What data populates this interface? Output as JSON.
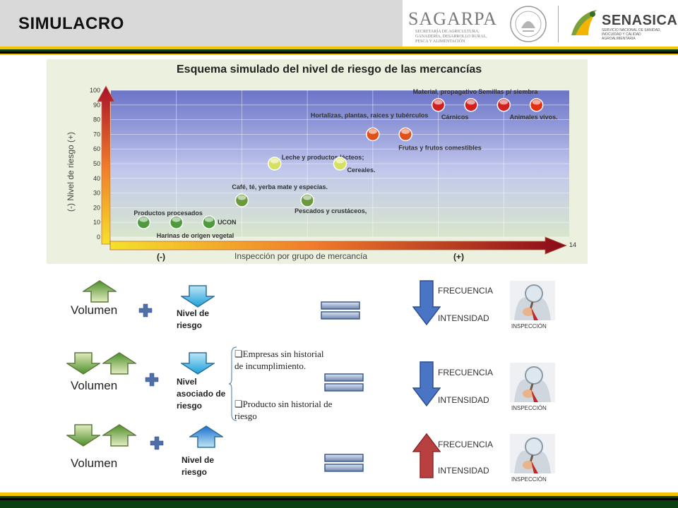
{
  "header": {
    "title": "SIMULACRO",
    "logo_left": "SAGARPA",
    "logo_left_sub": "SECRETARÍA DE AGRICULTURA, GANADERÍA, DESARROLLO RURAL, PESCA Y ALIMENTACIÓN",
    "logo_right": "SENASICA",
    "logo_right_sub": "SERVICIO NACIONAL DE SANIDAD, INOCUIDAD Y CALIDAD AGROALIMENTARIA",
    "stripe_colors": [
      "#0b3f14",
      "#f2c500",
      "#000000"
    ]
  },
  "chart_data": {
    "type": "scatter",
    "title": "Esquema simulado del nivel de riesgo de las mercancías",
    "ylabel": "(-)   Nivel de riesgo   (+)",
    "xlabel": "Inspección por grupo de mercancía",
    "x_minus": "(-)",
    "x_plus": "(+)",
    "x_end_label": "14",
    "xlim": [
      0,
      14
    ],
    "ylim": [
      0,
      100
    ],
    "yticks": [
      "0",
      "10",
      "20",
      "30",
      "40",
      "50",
      "60",
      "70",
      "80",
      "90",
      "100"
    ],
    "points": [
      {
        "x": 1,
        "y": 10,
        "label": "Productos procesados",
        "color": "#4e9a3c"
      },
      {
        "x": 2,
        "y": 10,
        "label": "Harinas de origen vegetal",
        "color": "#4e9a3c"
      },
      {
        "x": 3,
        "y": 10,
        "label": "UCON",
        "color": "#4e9a3c"
      },
      {
        "x": 4,
        "y": 25,
        "label": "Café, té, yerba mate y especias.",
        "color": "#6a9a3c"
      },
      {
        "x": 5,
        "y": 50,
        "label": "Leche y productos lácteos;",
        "color": "#d8e060"
      },
      {
        "x": 6,
        "y": 25,
        "label": "Pescados y crustáceos,",
        "color": "#6a9a3c"
      },
      {
        "x": 7,
        "y": 50,
        "label": "Cereales.",
        "color": "#d8e060"
      },
      {
        "x": 8,
        "y": 70,
        "label": "Hortalizas, plantas, raíces y tubérculos",
        "color": "#e0501a"
      },
      {
        "x": 9,
        "y": 70,
        "label": "Frutas y frutos comestibles",
        "color": "#e0501a"
      },
      {
        "x": 10,
        "y": 90,
        "label": "Material, propagativo",
        "color": "#d02020"
      },
      {
        "x": 11,
        "y": 90,
        "label": "Cárnicos",
        "color": "#d02020"
      },
      {
        "x": 12,
        "y": 90,
        "label": "Semillas p/ siembra",
        "color": "#d02020"
      },
      {
        "x": 13,
        "y": 90,
        "label": "Animales vivos.",
        "color": "#e03010"
      }
    ]
  },
  "rows": [
    {
      "volumen": "Volumen",
      "risk_label": "Nivel de riesgo",
      "freq": "FRECUENCIA",
      "intens": "INTENSIDAD",
      "insp": "INSPECCIÓN",
      "result_direction": "down"
    },
    {
      "volumen": "Volumen",
      "risk_label": "Nivel asociado de riesgo",
      "conditions": [
        "Empresas sin historial de incumplimiento.",
        "Producto sin historial de riesgo"
      ],
      "freq": "FRECUENCIA",
      "intens": "INTENSIDAD",
      "insp": "INSPECCIÓN",
      "result_direction": "down"
    },
    {
      "volumen": "Volumen",
      "risk_label": "Nivel de riesgo",
      "freq": "FRECUENCIA",
      "intens": "INTENSIDAD",
      "insp": "INSPECCIÓN",
      "result_direction": "up"
    }
  ]
}
